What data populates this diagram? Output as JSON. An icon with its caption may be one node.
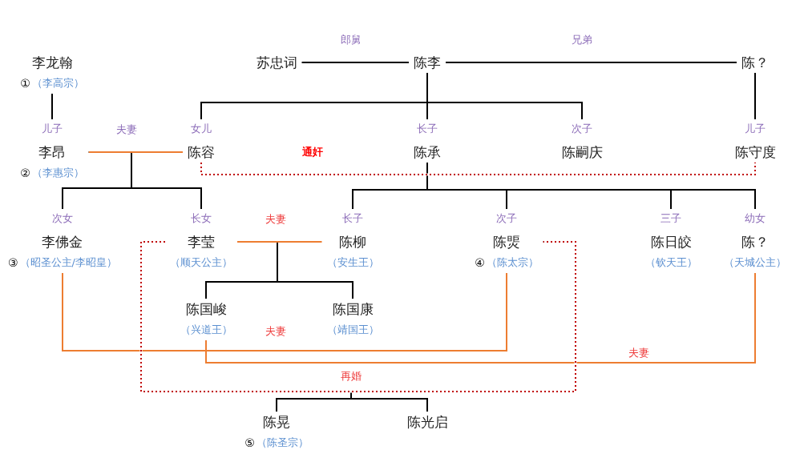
{
  "diagram": {
    "nodes": [
      {
        "text": [
          "李龙翰"
        ],
        "beside": [
          "①",
          "（李高宗）"
        ]
      },
      {
        "text": [
          "苏忠词"
        ]
      },
      {
        "text": [
          "陈李"
        ]
      },
      {
        "text": [
          "陈？"
        ]
      },
      {
        "text": [
          "李昂"
        ],
        "beside": [
          "儿子",
          "②",
          "（李惠宗）"
        ]
      },
      {
        "text": [
          "陈容"
        ],
        "beside": [
          "女儿"
        ]
      },
      {
        "text": [
          "陈承"
        ],
        "beside": [
          "长子"
        ]
      },
      {
        "text": [
          "陈嗣庆"
        ],
        "beside": [
          "次子"
        ]
      },
      {
        "text": [
          "陈守度"
        ],
        "beside": [
          "儿子"
        ]
      },
      {
        "text": [
          "李佛金"
        ],
        "beside": [
          "次女",
          "③",
          "（昭圣公主/李昭皇）"
        ]
      },
      {
        "text": [
          "李莹"
        ],
        "beside": [
          "长女",
          "（顺天公主）"
        ]
      },
      {
        "text": [
          "陈柳"
        ],
        "beside": [
          "长子",
          "（安生王）"
        ]
      },
      {
        "text": [
          "陈煚"
        ],
        "beside": [
          "次子",
          "④",
          "（陈太宗）"
        ]
      },
      {
        "text": [
          "陈日皎"
        ],
        "beside": [
          "三子",
          "（钦天王）"
        ]
      },
      {
        "text": [
          "陈？"
        ],
        "beside": [
          "幼女",
          "（天城公主）"
        ]
      },
      {
        "text": [
          "陈国峻"
        ],
        "beside": [
          "（兴道王）"
        ]
      },
      {
        "text": [
          "陈国康"
        ],
        "beside": [
          "（靖国王）"
        ]
      },
      {
        "text": [
          "陈晃"
        ],
        "beside": [
          "⑤",
          "（陈圣宗）"
        ]
      },
      {
        "text": [
          "陈光启"
        ]
      }
    ],
    "edges": [
      {
        "from": 1,
        "to": 2,
        "arrow": "none",
        "label": "郎舅"
      },
      {
        "from": 2,
        "to": 3,
        "arrow": "none",
        "label": "兄弟"
      },
      {
        "from": 0,
        "to": 4,
        "arrow": "none"
      },
      {
        "from": 2,
        "to": 5,
        "arrow": "none"
      },
      {
        "from": 2,
        "to": 6,
        "arrow": "none"
      },
      {
        "from": 2,
        "to": 7,
        "arrow": "none"
      },
      {
        "from": 3,
        "to": 8,
        "arrow": "none"
      },
      {
        "from": 4,
        "to": 5,
        "arrow": "none",
        "label": "夫妻",
        "color": "#ed7d31"
      },
      {
        "from": 5,
        "to": 8,
        "arrow": "none",
        "label": "通奸",
        "style": "dashed",
        "color": "#c00000"
      },
      {
        "from": 4,
        "to": 9,
        "arrow": "none"
      },
      {
        "from": 4,
        "to": 10,
        "arrow": "none"
      },
      {
        "from": 6,
        "to": 11,
        "arrow": "none"
      },
      {
        "from": 6,
        "to": 12,
        "arrow": "none"
      },
      {
        "from": 6,
        "to": 13,
        "arrow": "none"
      },
      {
        "from": 6,
        "to": 14,
        "arrow": "none"
      },
      {
        "from": 10,
        "to": 11,
        "arrow": "none",
        "label": "夫妻",
        "color": "#ed7d31"
      },
      {
        "from": 10,
        "to": 15,
        "arrow": "none"
      },
      {
        "from": 10,
        "to": 16,
        "arrow": "none"
      },
      {
        "from": 9,
        "to": 12,
        "arrow": "none",
        "label": "夫妻",
        "color": "#ed7d31"
      },
      {
        "from": 15,
        "to": 14,
        "arrow": "none",
        "label": "夫妻",
        "color": "#ed7d31"
      },
      {
        "from": 10,
        "to": 12,
        "arrow": "none",
        "label": "再婚",
        "style": "dashed",
        "color": "#c00000"
      },
      {
        "from": 12,
        "to": 17,
        "arrow": "none"
      },
      {
        "from": 12,
        "to": 18,
        "arrow": "none"
      }
    ]
  }
}
